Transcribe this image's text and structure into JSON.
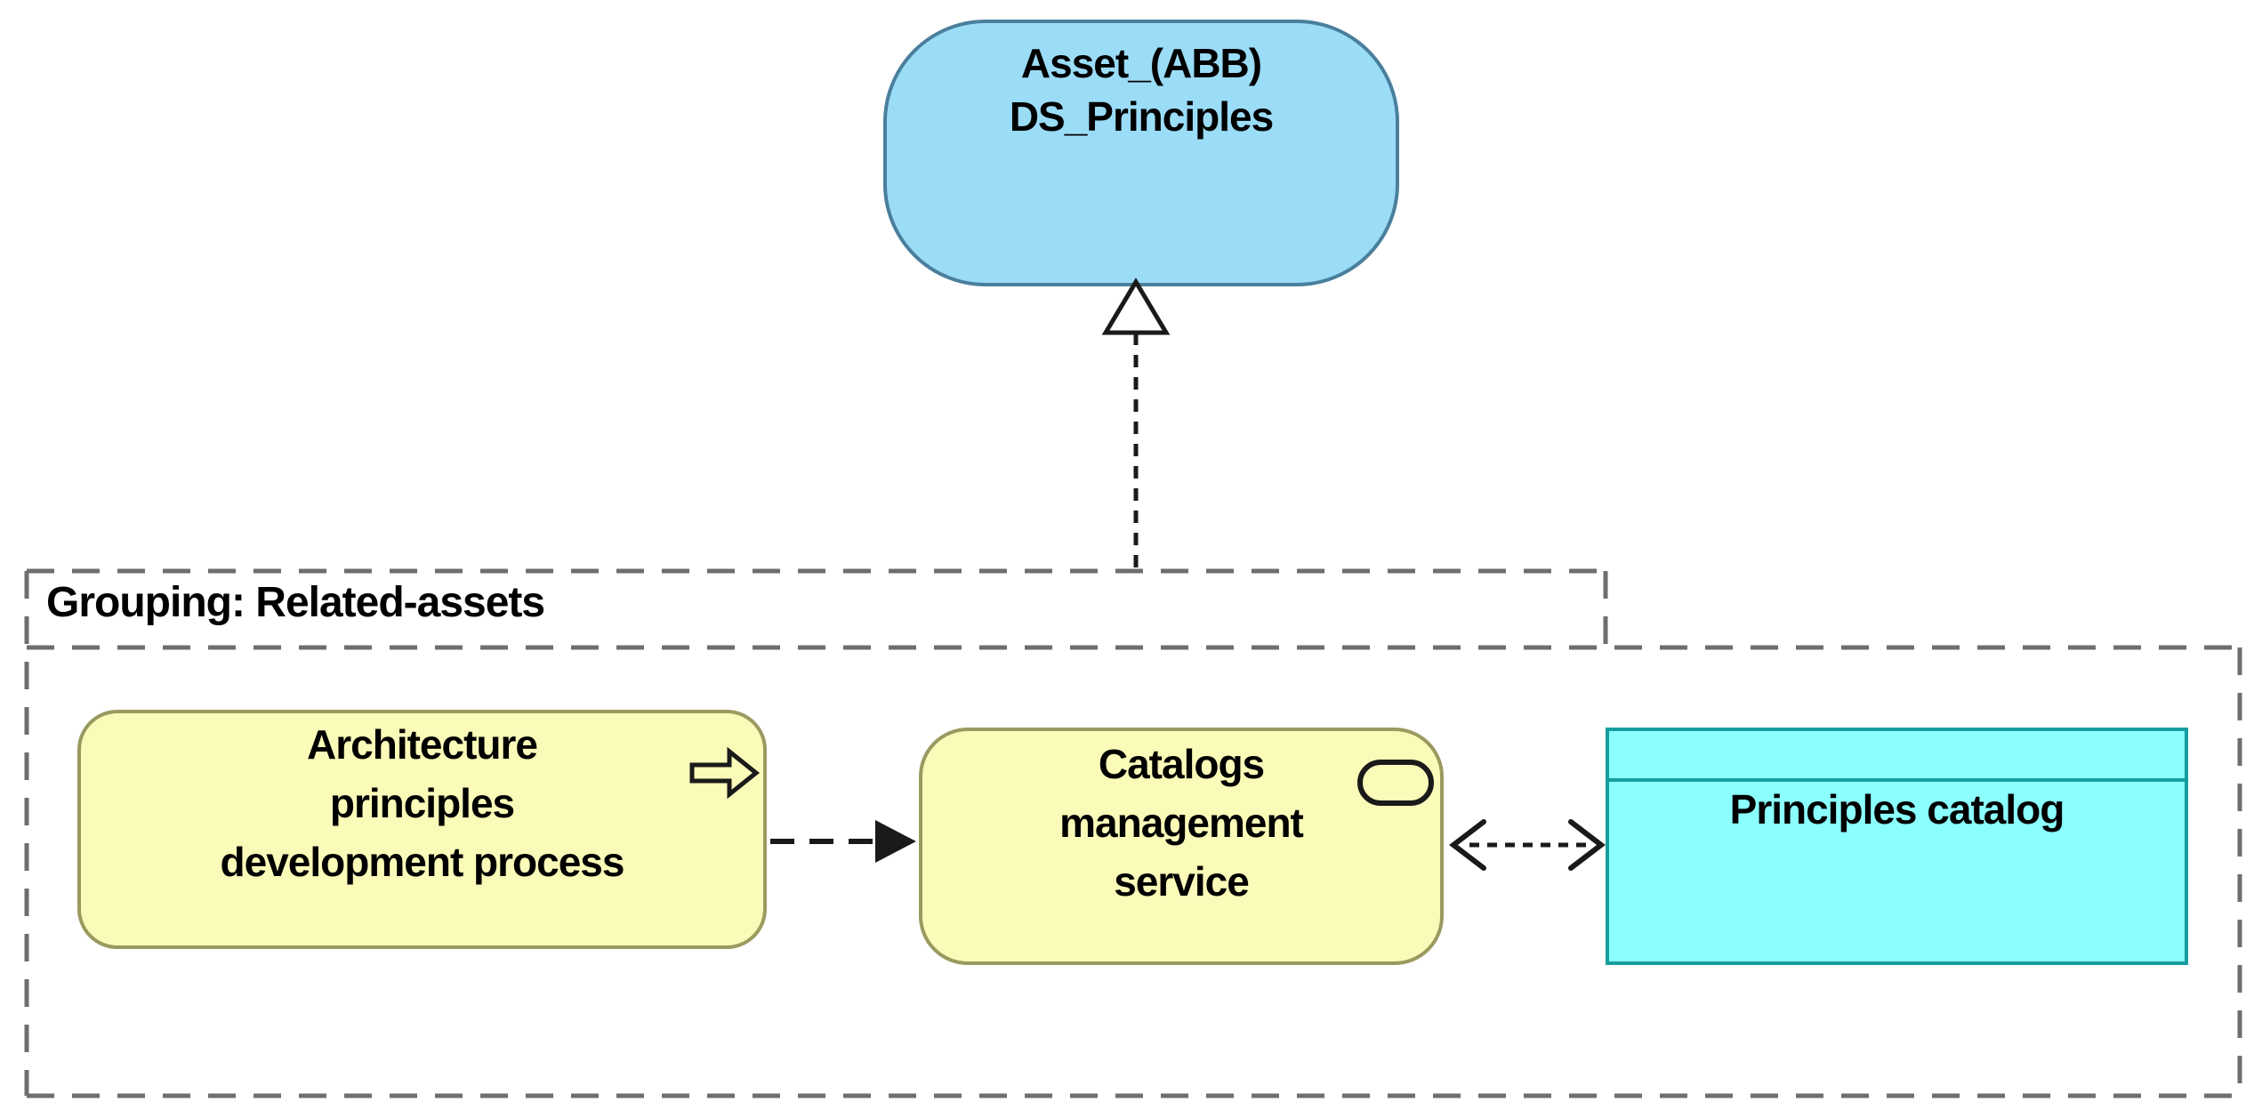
{
  "colors": {
    "background": "#ffffff",
    "asset_fill": "#9bdcf7",
    "asset_border": "#4a7f9c",
    "yellow_fill": "#fbfbb9",
    "yellow_border": "#9a9a60",
    "catalog_fill": "#8bfefe",
    "catalog_border": "#169e9e",
    "grouping_line": "#6e6e6e",
    "connector_line": "#1a1a1a",
    "label_color": "#000000"
  },
  "asset_node": {
    "label": "Asset_(ABB)\nDS_Principles"
  },
  "grouping": {
    "label": "Grouping: Related-assets"
  },
  "process_node": {
    "label": "Architecture\nprinciples\ndevelopment process",
    "icon": "process-arrow-icon"
  },
  "service_node": {
    "label": "Catalogs\nmanagement\nservice",
    "icon": "service-rounded-icon"
  },
  "catalog_node": {
    "label": "Principles catalog"
  },
  "connectors": {
    "realization_arrowhead": "hollow-triangle-arrowhead",
    "flow_arrowhead": "solid-arrowhead",
    "access_arrowheads": "open-arrowheads-both-ends"
  }
}
